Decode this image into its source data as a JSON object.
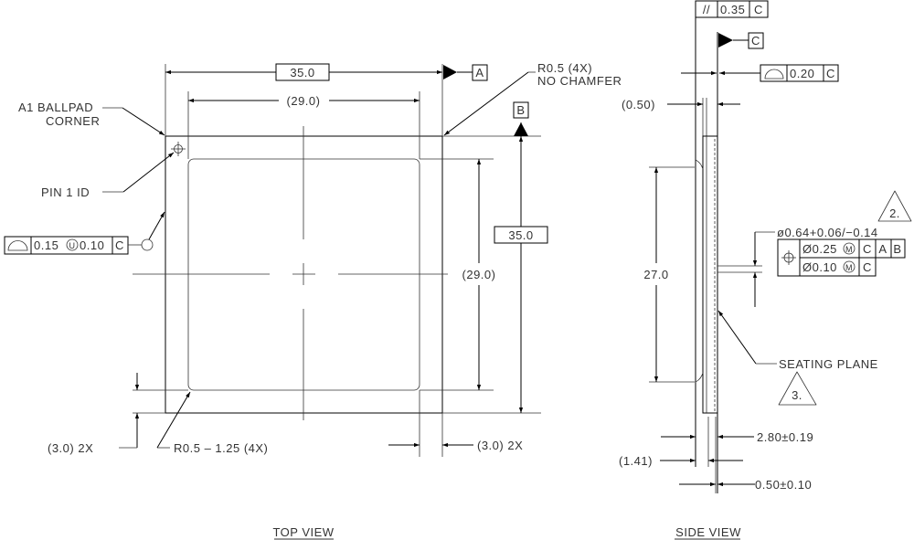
{
  "top_view": {
    "title": "TOP VIEW",
    "dim_width": "35.0",
    "dim_inner_width": "(29.0)",
    "dim_height": "35.0",
    "dim_inner_height": "(29.0)",
    "datum_a": "A",
    "datum_b": "B",
    "corner_note_1": "R0.5 (4X)",
    "corner_note_2": "NO CHAMFER",
    "a1_label_1": "A1  BALLPAD",
    "a1_label_2": "CORNER",
    "pin1_label": "PIN  1  ID",
    "fcf_left": {
      "value": "0.15",
      "modifier": "U",
      "value2": "0.10",
      "datum": "C"
    },
    "bottom_left_dim": "(3.0)  2X",
    "bottom_radius": "R0.5  –  1.25  (4X)",
    "bottom_right_dim": "(3.0)  2X"
  },
  "side_view": {
    "title": "SIDE VIEW",
    "parallel_fcf": {
      "symbol": "//",
      "value": "0.35",
      "datum": "C"
    },
    "datum_c": "C",
    "flatness_fcf": {
      "value": "0.20",
      "datum": "C"
    },
    "dim_lid": "(0.50)",
    "dim_height": "27.0",
    "ball_dia": "ø0.64+0.06/−0.14",
    "note_2": "2.",
    "position_fcf": {
      "row1": {
        "value": "Ø0.25",
        "mod": "M",
        "d1": "C",
        "d2": "A",
        "d3": "B"
      },
      "row2": {
        "value": "Ø0.10",
        "mod": "M",
        "d1": "C"
      }
    },
    "seating_plane": "SEATING  PLANE",
    "note_3": "3.",
    "dim_total": "2.80±0.19",
    "dim_body": "(1.41)",
    "dim_ball": "0.50±0.10"
  }
}
